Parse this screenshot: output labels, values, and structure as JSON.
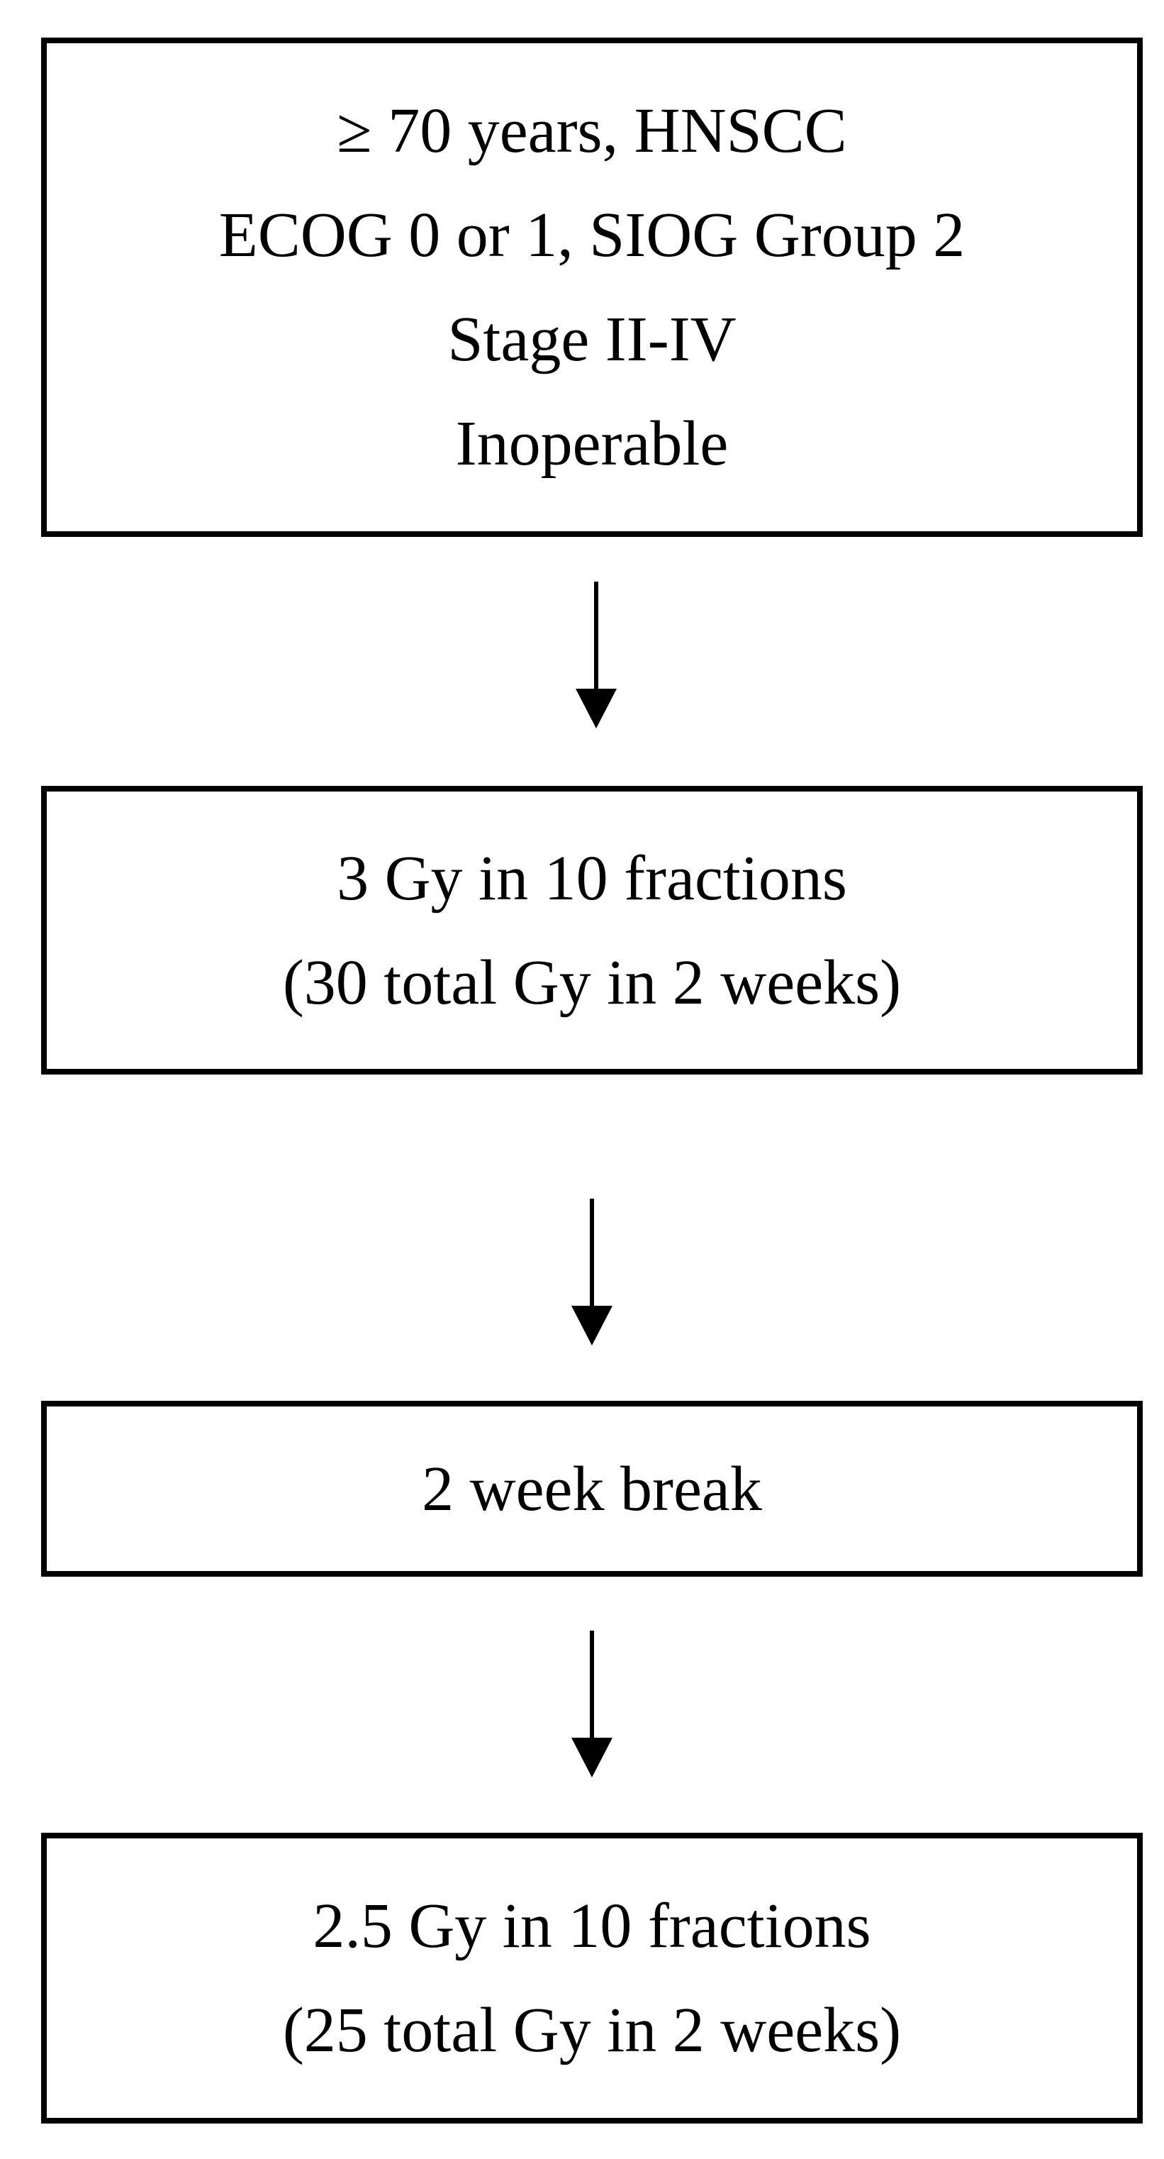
{
  "flowchart": {
    "boxes": [
      {
        "name": "eligibility",
        "lines": [
          "≥ 70 years, HNSCC",
          "ECOG 0 or 1, SIOG Group 2",
          "Stage II-IV",
          "Inoperable"
        ]
      },
      {
        "name": "first-course",
        "lines": [
          "3 Gy in 10 fractions",
          "(30 total Gy in 2 weeks)"
        ]
      },
      {
        "name": "treatment-break",
        "lines": [
          "2 week break"
        ]
      },
      {
        "name": "second-course",
        "lines": [
          "2.5 Gy in 10 fractions",
          "(25 total Gy in 2 weeks)"
        ]
      }
    ],
    "arrows": [
      "down",
      "down",
      "down"
    ],
    "colors": {
      "background": "#ffffff",
      "border": "#000000",
      "text": "#000000",
      "arrow": "#000000"
    }
  }
}
